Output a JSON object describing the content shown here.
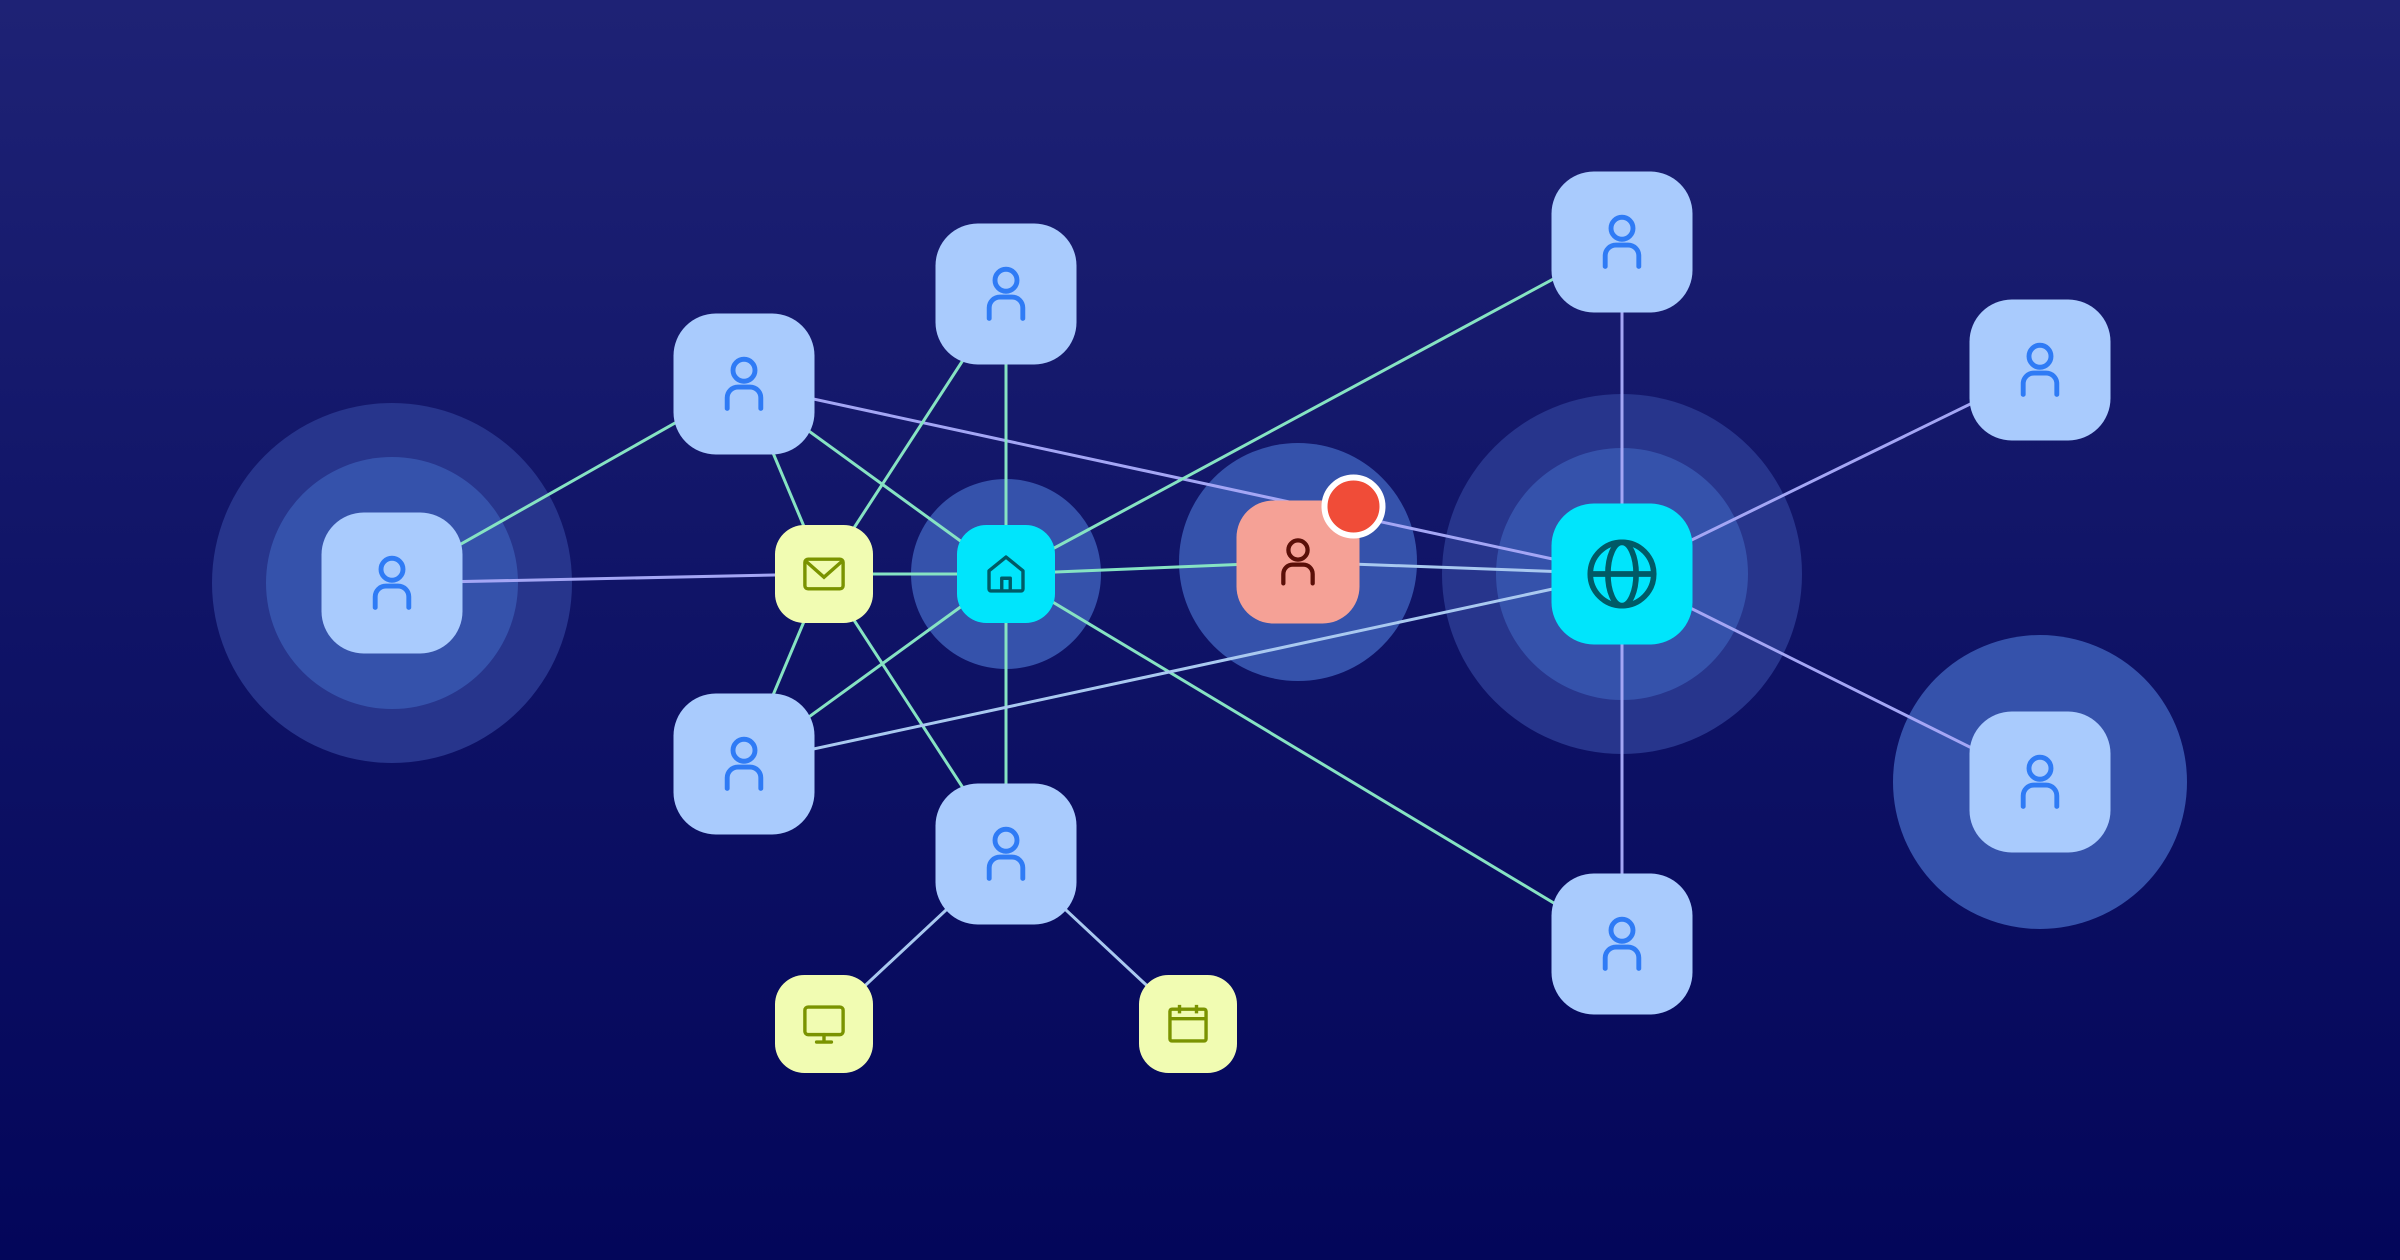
{
  "colors": {
    "background_top": "#1e2275",
    "background_bottom": "#03065a",
    "edge_green": "#86e3c3",
    "edge_lavender": "#a4a6f5",
    "edge_blue": "#a9c9f0",
    "user_tile": "#a9cbfd",
    "user_icon": "#2f7bf5",
    "hub_tile": "#00e5fc",
    "hub_icon": "#005a66",
    "device_tile": "#f1fcb2",
    "device_icon": "#7a9300",
    "alert_tile": "#f5a196",
    "alert_icon": "#5a0f08",
    "alert_badge": "#f04c38",
    "halo_outer": "#27358c",
    "halo_inner": "#3552ab"
  },
  "nodes": [
    {
      "id": "left-user",
      "icon": "user-icon"
    },
    {
      "id": "user-a",
      "icon": "user-icon"
    },
    {
      "id": "user-top",
      "icon": "user-icon"
    },
    {
      "id": "user-b",
      "icon": "user-icon"
    },
    {
      "id": "user-bottom",
      "icon": "user-icon"
    },
    {
      "id": "mail",
      "icon": "mail-icon"
    },
    {
      "id": "home",
      "icon": "home-icon"
    },
    {
      "id": "alert-user",
      "icon": "user-icon",
      "badge": "notification-dot"
    },
    {
      "id": "globe",
      "icon": "globe-icon"
    },
    {
      "id": "user-top-right",
      "icon": "user-icon"
    },
    {
      "id": "far-right-top",
      "icon": "user-icon"
    },
    {
      "id": "far-right-bottom",
      "icon": "user-icon"
    },
    {
      "id": "user-bottom-right",
      "icon": "user-icon"
    },
    {
      "id": "monitor",
      "icon": "monitor-icon"
    },
    {
      "id": "calendar",
      "icon": "calendar-icon"
    }
  ],
  "edges": [
    [
      "left-user",
      "user-a"
    ],
    [
      "left-user",
      "mail"
    ],
    [
      "user-a",
      "mail"
    ],
    [
      "user-a",
      "home"
    ],
    [
      "user-a",
      "globe"
    ],
    [
      "user-top",
      "mail"
    ],
    [
      "user-top",
      "home"
    ],
    [
      "mail",
      "home"
    ],
    [
      "mail",
      "user-b"
    ],
    [
      "mail",
      "user-bottom"
    ],
    [
      "home",
      "user-b"
    ],
    [
      "home",
      "user-bottom"
    ],
    [
      "home",
      "alert-user"
    ],
    [
      "home",
      "user-top-right"
    ],
    [
      "home",
      "user-bottom-right"
    ],
    [
      "alert-user",
      "globe"
    ],
    [
      "user-b",
      "globe"
    ],
    [
      "globe",
      "user-top-right"
    ],
    [
      "globe",
      "far-right-top"
    ],
    [
      "globe",
      "far-right-bottom"
    ],
    [
      "globe",
      "user-bottom-right"
    ],
    [
      "user-bottom",
      "monitor"
    ],
    [
      "user-bottom",
      "calendar"
    ]
  ]
}
